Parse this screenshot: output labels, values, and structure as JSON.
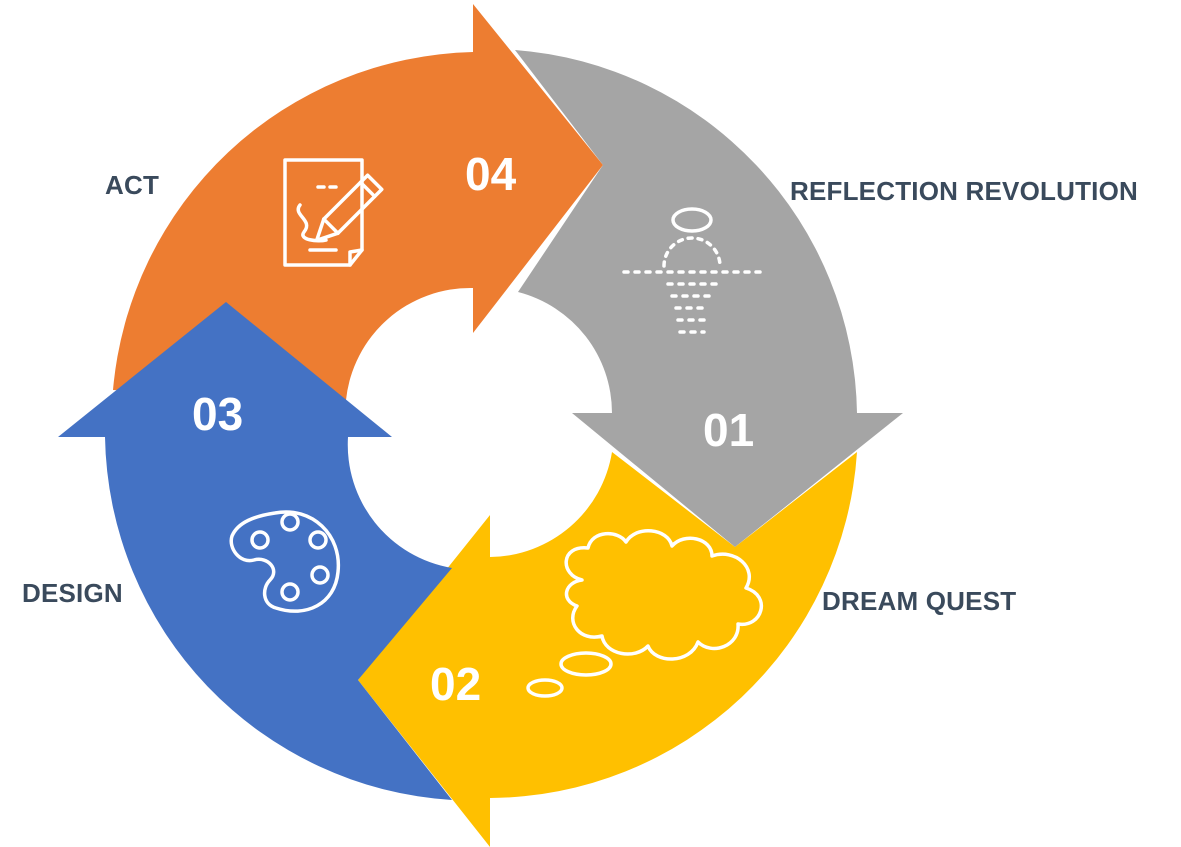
{
  "stages": [
    {
      "number": "01",
      "label": "REFLECTION REVOLUTION",
      "color": "#A5A5A5",
      "icon": "meditation-icon"
    },
    {
      "number": "02",
      "label": "DREAM QUEST",
      "color": "#FFC000",
      "icon": "thought-cloud-icon"
    },
    {
      "number": "03",
      "label": "DESIGN",
      "color": "#4472C4",
      "icon": "palette-icon"
    },
    {
      "number": "04",
      "label": "ACT",
      "color": "#ED7D31",
      "icon": "document-pencil-icon"
    }
  ]
}
